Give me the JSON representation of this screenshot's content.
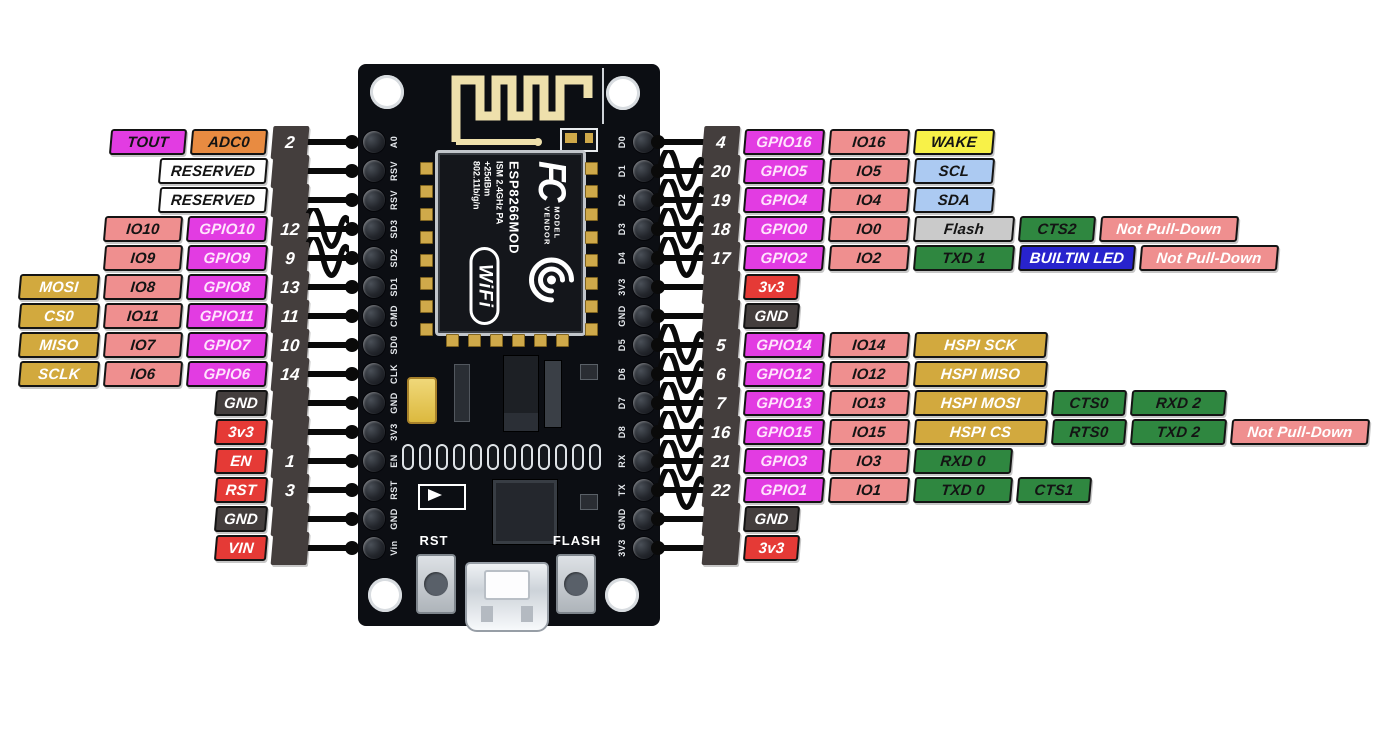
{
  "palette": {
    "magenta": "#e23ce2",
    "orange": "#e88b41",
    "salmon": "#ef8f8f",
    "gold": "#d2a93e",
    "red": "#e53a36",
    "dark": "#443e3d",
    "white": "#ffffff",
    "yellow": "#f8f148",
    "lightblue": "#accaf2",
    "gray": "#cacaca",
    "green": "#2f8740",
    "blue": "#2823cd",
    "line": "#0a0a0a",
    "text_dark": "#141414",
    "text_light": "#ffffff",
    "gpio_text": "#ffe3fc"
  },
  "left_rows": [
    {
      "pin": "2",
      "squiggle": false,
      "labels": [
        {
          "t": "TOUT",
          "c": "magenta",
          "tc": "#141414",
          "w": 76
        },
        {
          "t": "ADC0",
          "c": "orange",
          "tc": "#141414",
          "w": 76
        }
      ]
    },
    {
      "pin": "",
      "squiggle": false,
      "labels": [
        {
          "t": "RESERVED",
          "c": "white",
          "tc": "#141414",
          "w": 108
        }
      ]
    },
    {
      "pin": "",
      "squiggle": false,
      "labels": [
        {
          "t": "RESERVED",
          "c": "white",
          "tc": "#141414",
          "w": 108
        }
      ]
    },
    {
      "pin": "12",
      "squiggle": true,
      "labels": [
        {
          "t": "IO10",
          "c": "salmon",
          "tc": "#141414",
          "w": 78
        },
        {
          "t": "GPIO10",
          "c": "magenta",
          "tc": "#ffe3fc",
          "w": 80
        }
      ]
    },
    {
      "pin": "9",
      "squiggle": true,
      "labels": [
        {
          "t": "IO9",
          "c": "salmon",
          "tc": "#141414",
          "w": 78
        },
        {
          "t": "GPIO9",
          "c": "magenta",
          "tc": "#ffe3fc",
          "w": 80
        }
      ]
    },
    {
      "pin": "13",
      "squiggle": false,
      "labels": [
        {
          "t": "MOSI",
          "c": "gold",
          "tc": "#ffffff",
          "w": 80
        },
        {
          "t": "IO8",
          "c": "salmon",
          "tc": "#141414",
          "w": 78
        },
        {
          "t": "GPIO8",
          "c": "magenta",
          "tc": "#ffe3fc",
          "w": 80
        }
      ]
    },
    {
      "pin": "11",
      "squiggle": false,
      "labels": [
        {
          "t": "CS0",
          "c": "gold",
          "tc": "#ffffff",
          "w": 80
        },
        {
          "t": "IO11",
          "c": "salmon",
          "tc": "#141414",
          "w": 78
        },
        {
          "t": "GPIO11",
          "c": "magenta",
          "tc": "#ffe3fc",
          "w": 80
        }
      ]
    },
    {
      "pin": "10",
      "squiggle": false,
      "labels": [
        {
          "t": "MISO",
          "c": "gold",
          "tc": "#ffffff",
          "w": 80
        },
        {
          "t": "IO7",
          "c": "salmon",
          "tc": "#141414",
          "w": 78
        },
        {
          "t": "GPIO7",
          "c": "magenta",
          "tc": "#ffe3fc",
          "w": 80
        }
      ]
    },
    {
      "pin": "14",
      "squiggle": false,
      "labels": [
        {
          "t": "SCLK",
          "c": "gold",
          "tc": "#ffffff",
          "w": 80
        },
        {
          "t": "IO6",
          "c": "salmon",
          "tc": "#141414",
          "w": 78
        },
        {
          "t": "GPIO6",
          "c": "magenta",
          "tc": "#ffe3fc",
          "w": 80
        }
      ]
    },
    {
      "pin": "",
      "squiggle": false,
      "labels": [
        {
          "t": "GND",
          "c": "dark",
          "tc": "#ffffff",
          "w": 52
        }
      ]
    },
    {
      "pin": "",
      "squiggle": false,
      "labels": [
        {
          "t": "3v3",
          "c": "red",
          "tc": "#ffffff",
          "w": 52
        }
      ]
    },
    {
      "pin": "1",
      "squiggle": false,
      "labels": [
        {
          "t": "EN",
          "c": "red",
          "tc": "#ffffff",
          "w": 52
        }
      ]
    },
    {
      "pin": "3",
      "squiggle": false,
      "labels": [
        {
          "t": "RST",
          "c": "red",
          "tc": "#ffffff",
          "w": 52
        }
      ]
    },
    {
      "pin": "",
      "squiggle": false,
      "labels": [
        {
          "t": "GND",
          "c": "dark",
          "tc": "#ffffff",
          "w": 52
        }
      ]
    },
    {
      "pin": "",
      "squiggle": false,
      "labels": [
        {
          "t": "VIN",
          "c": "red",
          "tc": "#ffffff",
          "w": 52
        }
      ]
    }
  ],
  "right_rows": [
    {
      "pin": "4",
      "squiggle": false,
      "labels": [
        {
          "t": "GPIO16",
          "c": "magenta",
          "tc": "#ffe3fc",
          "w": 80
        },
        {
          "t": "IO16",
          "c": "salmon",
          "tc": "#141414",
          "w": 80
        },
        {
          "t": "WAKE",
          "c": "yellow",
          "tc": "#141414",
          "w": 80
        }
      ]
    },
    {
      "pin": "20",
      "squiggle": true,
      "labels": [
        {
          "t": "GPIO5",
          "c": "magenta",
          "tc": "#ffe3fc",
          "w": 80
        },
        {
          "t": "IO5",
          "c": "salmon",
          "tc": "#141414",
          "w": 80
        },
        {
          "t": "SCL",
          "c": "lightblue",
          "tc": "#141414",
          "w": 80
        }
      ]
    },
    {
      "pin": "19",
      "squiggle": true,
      "labels": [
        {
          "t": "GPIO4",
          "c": "magenta",
          "tc": "#ffe3fc",
          "w": 80
        },
        {
          "t": "IO4",
          "c": "salmon",
          "tc": "#141414",
          "w": 80
        },
        {
          "t": "SDA",
          "c": "lightblue",
          "tc": "#141414",
          "w": 80
        }
      ]
    },
    {
      "pin": "18",
      "squiggle": true,
      "labels": [
        {
          "t": "GPIO0",
          "c": "magenta",
          "tc": "#ffe3fc",
          "w": 80
        },
        {
          "t": "IO0",
          "c": "salmon",
          "tc": "#141414",
          "w": 80
        },
        {
          "t": "Flash",
          "c": "gray",
          "tc": "#141414",
          "w": 100
        },
        {
          "t": "CTS2",
          "c": "green",
          "tc": "#141414",
          "w": 76
        },
        {
          "t": "Not Pull-Down",
          "c": "salmon",
          "tc": "#ffffff",
          "w": 138
        }
      ]
    },
    {
      "pin": "17",
      "squiggle": true,
      "labels": [
        {
          "t": "GPIO2",
          "c": "magenta",
          "tc": "#ffe3fc",
          "w": 80
        },
        {
          "t": "IO2",
          "c": "salmon",
          "tc": "#141414",
          "w": 80
        },
        {
          "t": "TXD 1",
          "c": "green",
          "tc": "#141414",
          "w": 100
        },
        {
          "t": "BUILTIN LED",
          "c": "blue",
          "tc": "#ffffff",
          "w": 116
        },
        {
          "t": "Not Pull-Down",
          "c": "salmon",
          "tc": "#ffffff",
          "w": 138
        }
      ]
    },
    {
      "pin": "",
      "squiggle": false,
      "labels": [
        {
          "t": "3v3",
          "c": "red",
          "tc": "#ffffff",
          "w": 55
        }
      ]
    },
    {
      "pin": "",
      "squiggle": false,
      "labels": [
        {
          "t": "GND",
          "c": "dark",
          "tc": "#ffffff",
          "w": 55
        }
      ]
    },
    {
      "pin": "5",
      "squiggle": true,
      "labels": [
        {
          "t": "GPIO14",
          "c": "magenta",
          "tc": "#ffe3fc",
          "w": 80
        },
        {
          "t": "IO14",
          "c": "salmon",
          "tc": "#141414",
          "w": 80
        },
        {
          "t": "HSPI SCK",
          "c": "gold",
          "tc": "#ffffff",
          "w": 133
        }
      ]
    },
    {
      "pin": "6",
      "squiggle": true,
      "labels": [
        {
          "t": "GPIO12",
          "c": "magenta",
          "tc": "#ffe3fc",
          "w": 80
        },
        {
          "t": "IO12",
          "c": "salmon",
          "tc": "#141414",
          "w": 80
        },
        {
          "t": "HSPI MISO",
          "c": "gold",
          "tc": "#ffffff",
          "w": 133
        }
      ]
    },
    {
      "pin": "7",
      "squiggle": true,
      "labels": [
        {
          "t": "GPIO13",
          "c": "magenta",
          "tc": "#ffe3fc",
          "w": 80
        },
        {
          "t": "IO13",
          "c": "salmon",
          "tc": "#141414",
          "w": 80
        },
        {
          "t": "HSPI MOSI",
          "c": "gold",
          "tc": "#ffffff",
          "w": 133
        },
        {
          "t": "CTS0",
          "c": "green",
          "tc": "#141414",
          "w": 74
        },
        {
          "t": "RXD 2",
          "c": "green",
          "tc": "#141414",
          "w": 95
        }
      ]
    },
    {
      "pin": "16",
      "squiggle": true,
      "labels": [
        {
          "t": "GPIO15",
          "c": "magenta",
          "tc": "#ffe3fc",
          "w": 80
        },
        {
          "t": "IO15",
          "c": "salmon",
          "tc": "#141414",
          "w": 80
        },
        {
          "t": "HSPI CS",
          "c": "gold",
          "tc": "#ffffff",
          "w": 133
        },
        {
          "t": "RTS0",
          "c": "green",
          "tc": "#141414",
          "w": 74
        },
        {
          "t": "TXD 2",
          "c": "green",
          "tc": "#141414",
          "w": 95
        },
        {
          "t": "Not Pull-Down",
          "c": "salmon",
          "tc": "#ffffff",
          "w": 138
        }
      ]
    },
    {
      "pin": "21",
      "squiggle": true,
      "labels": [
        {
          "t": "GPIO3",
          "c": "magenta",
          "tc": "#ffe3fc",
          "w": 80
        },
        {
          "t": "IO3",
          "c": "salmon",
          "tc": "#141414",
          "w": 80
        },
        {
          "t": "RXD 0",
          "c": "green",
          "tc": "#141414",
          "w": 98
        }
      ]
    },
    {
      "pin": "22",
      "squiggle": true,
      "labels": [
        {
          "t": "GPIO1",
          "c": "magenta",
          "tc": "#ffe3fc",
          "w": 80
        },
        {
          "t": "IO1",
          "c": "salmon",
          "tc": "#141414",
          "w": 80
        },
        {
          "t": "TXD 0",
          "c": "green",
          "tc": "#141414",
          "w": 98
        },
        {
          "t": "CTS1",
          "c": "green",
          "tc": "#141414",
          "w": 74
        }
      ]
    },
    {
      "pin": "",
      "squiggle": false,
      "labels": [
        {
          "t": "GND",
          "c": "dark",
          "tc": "#ffffff",
          "w": 55
        }
      ]
    },
    {
      "pin": "",
      "squiggle": false,
      "labels": [
        {
          "t": "3v3",
          "c": "red",
          "tc": "#ffffff",
          "w": 55
        }
      ]
    }
  ],
  "board": {
    "silk_left": [
      "A0",
      "RSV",
      "RSV",
      "SD3",
      "SD2",
      "SD1",
      "CMD",
      "SD0",
      "CLK",
      "GND",
      "3V3",
      "EN",
      "RST",
      "GND",
      "Vin"
    ],
    "silk_right": [
      "D0",
      "D1",
      "D2",
      "D3",
      "D4",
      "3V3",
      "GND",
      "D5",
      "D6",
      "D7",
      "D8",
      "RX",
      "TX",
      "GND",
      "3V3"
    ],
    "module": {
      "fcc": "FC",
      "model": "MODEL",
      "vendor": "VENDOR",
      "name": "ESP8266MOD",
      "spec": "ISM 2.4GHz PA +25dBm 802.11b/g/n",
      "wifi_badge": "WiFi"
    },
    "buttons": {
      "rst": "RST",
      "flash": "FLASH"
    }
  }
}
